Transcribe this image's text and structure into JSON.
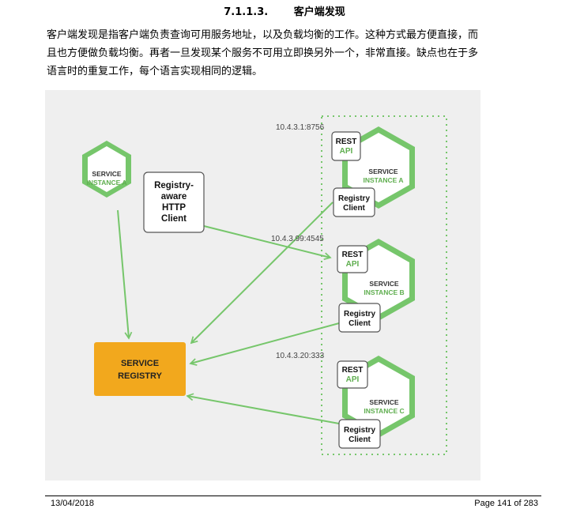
{
  "section": {
    "number": "7.1.1.3.",
    "title": "客户端发现"
  },
  "paragraph": [
    "客户端发现是指客户端负责查询可用服务地址，以及负载均衡的工作。这种方式最方便直接，而",
    "且也方便做负载均衡。再者一旦发现某个服务不可用立即换另外一个，非常直接。缺点也在于多",
    "语言时的重复工作，每个语言实现相同的逻辑。"
  ],
  "diagram": {
    "client_service": {
      "line1": "SERVICE",
      "line2": "INSTANCE A"
    },
    "http_client": {
      "lines": [
        "Registry-",
        "aware",
        "HTTP",
        "Client"
      ]
    },
    "registry": {
      "line1": "SERVICE",
      "line2": "REGISTRY"
    },
    "instances": [
      {
        "address": "10.4.3.1:8756",
        "rest": "REST",
        "api": "API",
        "name1": "SERVICE",
        "name2": "INSTANCE A",
        "rc1": "Registry",
        "rc2": "Client"
      },
      {
        "address": "10.4.3.99:4545",
        "rest": "REST",
        "api": "API",
        "name1": "SERVICE",
        "name2": "INSTANCE B",
        "rc1": "Registry",
        "rc2": "Client"
      },
      {
        "address": "10.4.3.20:333",
        "rest": "REST",
        "api": "API",
        "name1": "SERVICE",
        "name2": "INSTANCE C",
        "rc1": "Registry",
        "rc2": "Client"
      }
    ],
    "colors": {
      "green": "#76c66b",
      "green_text": "#5fae4f",
      "registry": "#f2a81d",
      "background": "#efefef"
    }
  },
  "footer": {
    "date": "13/04/2018",
    "page": "Page 141 of 283"
  }
}
